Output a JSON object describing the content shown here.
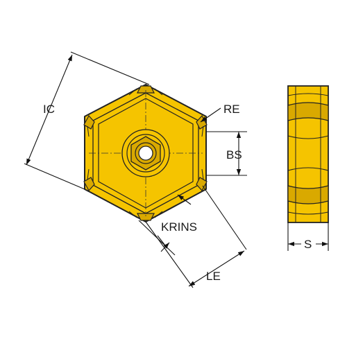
{
  "labels": {
    "ic": "IC",
    "re": "RE",
    "bs": "BS",
    "krins": "KRINS",
    "le": "LE",
    "s": "S"
  },
  "colors": {
    "insert_fill": "#f5c400",
    "insert_shade": "#d9a900",
    "outline": "#222222",
    "dimension_line": "#111111",
    "background": "#ffffff"
  },
  "icons": {
    "hole": "hex-socket",
    "arrow": "arrowhead"
  }
}
